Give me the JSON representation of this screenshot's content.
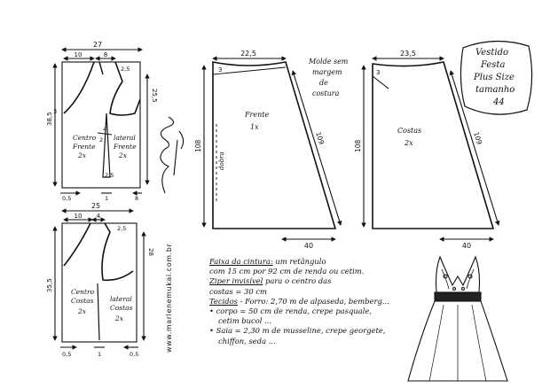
{
  "title_lines": [
    "Vestido",
    "Festa",
    "Plus Size",
    "tamanho",
    "44"
  ],
  "note_no_seam": [
    "Molde sem",
    "margem",
    "de",
    "costura"
  ],
  "website": "www.marlenemukai.com.br",
  "bodice_front": {
    "width": "27",
    "top_left": "10",
    "top_mid": "8",
    "right_top": "2,5",
    "right_height": "25,5",
    "left_height": "38,5",
    "left_small": "3",
    "dart_a": "2",
    "dart_b": "4",
    "dart_c": "2,5",
    "center_label": [
      "Centro",
      "Frente",
      "2x"
    ],
    "side_label": [
      "lateral",
      "Frente",
      "2x"
    ],
    "bottom_left": "0,5",
    "bottom_mid": "1",
    "bottom_right": "8"
  },
  "bodice_back": {
    "width": "25",
    "top_left": "10",
    "top_mid": "4",
    "right_top": "2,5",
    "right_height": "28",
    "left_height": "35,5",
    "center_label": [
      "Centro",
      "Costas",
      "2x"
    ],
    "side_label": [
      "lateral",
      "Costas",
      "2x"
    ],
    "bottom_left": "0,5",
    "bottom_mid": "1",
    "bottom_right": "0,5"
  },
  "skirt_front": {
    "top": "22,5",
    "small": "3",
    "height": "108",
    "side": "109",
    "bottom": "40",
    "label": [
      "Frente",
      "1x"
    ],
    "fold": "dobra"
  },
  "skirt_back": {
    "top": "23,5",
    "small": "3",
    "height": "108",
    "side": "109",
    "bottom": "40",
    "label": [
      "Costas",
      "2x"
    ]
  },
  "notes": [
    {
      "head": "Faixa da cintura:",
      "text": " um retângulo"
    },
    {
      "head": "",
      "text": "com 15 cm por 92 cm de renda ou cetim."
    },
    {
      "head": "Ziper invisível",
      "text": " para o centro das"
    },
    {
      "head": "",
      "text": "costas = 30 cm"
    },
    {
      "head": "Tecidos",
      "text": " - Forro: 2,70 m de alpaseda, bemberg..."
    },
    {
      "head": "",
      "text": "• corpo = 50 cm de renda, crepe pasquale,"
    },
    {
      "head": "",
      "text": "cetim bucol ..."
    },
    {
      "head": "",
      "text": "• Saia = 2,30 m de musseline, crepe georgete,"
    },
    {
      "head": "",
      "text": "chiffon, seda ..."
    }
  ],
  "colors": {
    "ink": "#111111",
    "paper": "#ffffff"
  }
}
